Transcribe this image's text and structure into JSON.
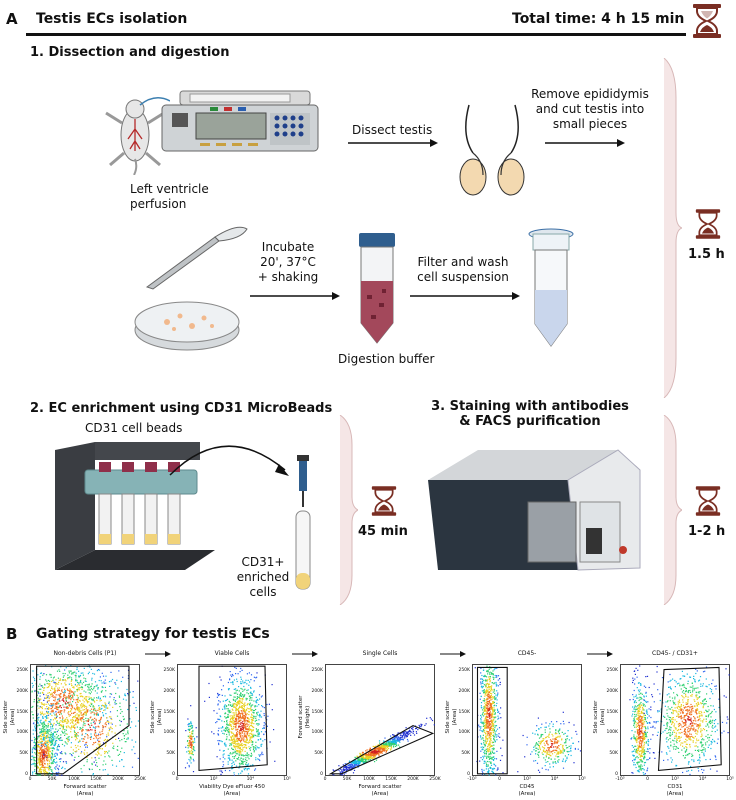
{
  "panel_a": {
    "letter": "A",
    "title": "Testis ECs isolation",
    "total_time": "Total time: 4 h 15 min",
    "steps": {
      "step1": "1. Dissection and digestion",
      "step2": "2. EC enrichment using CD31 MicroBeads",
      "step3_line1": "3. Staining with antibodies",
      "step3_line2": "& FACS purification"
    },
    "labels": {
      "perfusion_line1": "Left ventricle",
      "perfusion_line2": "perfusion",
      "dissect": "Dissect testis",
      "remove_line1": "Remove epididymis",
      "remove_line2": "and cut testis into",
      "remove_line3": "small pieces",
      "incubate_line1": "Incubate",
      "incubate_line2": "20', 37°C",
      "incubate_line3": "+ shaking",
      "digestion_buffer": "Digestion buffer",
      "filter_line1": "Filter and wash",
      "filter_line2": "cell suspension",
      "cd31_beads": "CD31 cell beads",
      "enriched_line1": "CD31+",
      "enriched_line2": "enriched cells"
    },
    "times": {
      "t1": "1.5 h",
      "t2": "45 min",
      "t3": "1-2 h"
    },
    "colors": {
      "hourglass": "#7a2e23",
      "bracket": "#f0dede",
      "bracket_edge": "#c9a0a0"
    }
  },
  "panel_b": {
    "letter": "B",
    "title": "Gating strategy for testis ECs",
    "plots": [
      {
        "title": "Non-debris Cells (P1)",
        "xlabel_line1": "Forward scatter",
        "xlabel_line2": "(Area)",
        "ylabel_line1": "Side scatter",
        "ylabel_line2": "(Area)",
        "xticks": [
          "0",
          "50K",
          "100K",
          "150K",
          "200K",
          "250K"
        ],
        "yticks": [
          "0",
          "50K",
          "100K",
          "150K",
          "200K",
          "250K"
        ]
      },
      {
        "title": "Viable Cells",
        "xlabel_line1": "Viability Dye eFluor 450",
        "xlabel_line2": "(Area)",
        "ylabel_line1": "Side scatter",
        "ylabel_line2": "(Area)",
        "xticks": [
          "0",
          "10³",
          "10⁴",
          "10⁵"
        ],
        "yticks": [
          "0",
          "50K",
          "100K",
          "150K",
          "200K",
          "250K"
        ]
      },
      {
        "title": "Single Cells",
        "xlabel_line1": "Forward scatter",
        "xlabel_line2": "(Area)",
        "ylabel_line1": "Forward scatter",
        "ylabel_line2": "(Height)",
        "xticks": [
          "0",
          "50K",
          "100K",
          "150K",
          "200K",
          "250K"
        ],
        "yticks": [
          "0",
          "50K",
          "100K",
          "150K",
          "200K",
          "250K"
        ]
      },
      {
        "title": "CD45-",
        "xlabel_line1": "CD45",
        "xlabel_line2": "(Area)",
        "ylabel_line1": "Side scatter",
        "ylabel_line2": "(Area)",
        "xticks": [
          "-10³",
          "0",
          "10³",
          "10⁴",
          "10⁵"
        ],
        "yticks": [
          "0",
          "50K",
          "100K",
          "150K",
          "200K",
          "250K"
        ]
      },
      {
        "title": "CD45- / CD31+",
        "xlabel_line1": "CD31",
        "xlabel_line2": "(Area)",
        "ylabel_line1": "Side scatter",
        "ylabel_line2": "(Area)",
        "xticks": [
          "-10³",
          "0",
          "10³",
          "10⁴",
          "10⁵"
        ],
        "yticks": [
          "0",
          "50K",
          "100K",
          "150K",
          "200K",
          "250K"
        ]
      }
    ]
  }
}
